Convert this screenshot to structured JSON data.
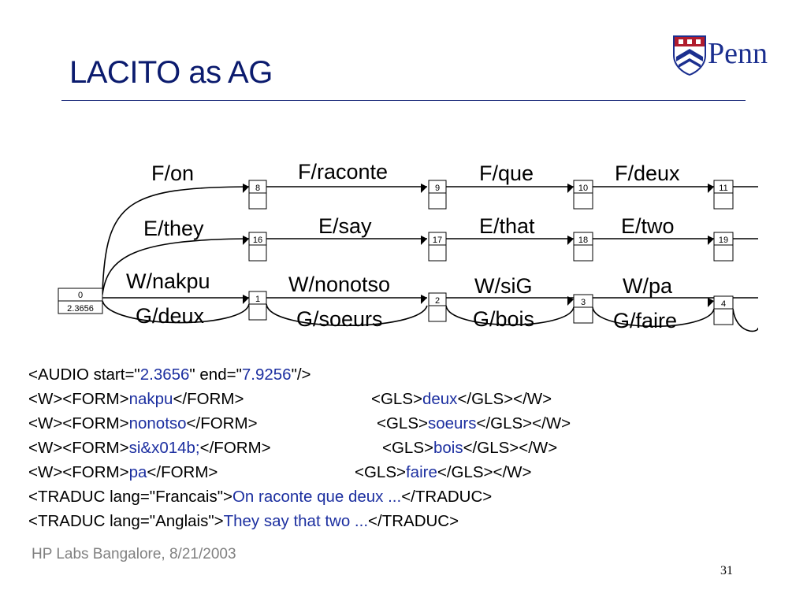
{
  "slide": {
    "title": "LACITO as AG",
    "footer": "HP Labs Bangalore, 8/21/2003",
    "page_number": "31",
    "logo_text": "Penn"
  },
  "graph": {
    "root": {
      "id": "0",
      "time": "2.3656"
    },
    "f_row": [
      {
        "node": "8",
        "label": "F/on"
      },
      {
        "node": "9",
        "label": "F/raconte"
      },
      {
        "node": "10",
        "label": "F/que"
      },
      {
        "node": "11",
        "label": "F/deux"
      }
    ],
    "e_row": [
      {
        "node": "16",
        "label": "E/they"
      },
      {
        "node": "17",
        "label": "E/say"
      },
      {
        "node": "18",
        "label": "E/that"
      },
      {
        "node": "19",
        "label": "E/two"
      }
    ],
    "w_row": [
      {
        "node": "1",
        "label": "W/nakpu",
        "gloss": "G/deux"
      },
      {
        "node": "2",
        "label": "W/nonotso",
        "gloss": "G/soeurs"
      },
      {
        "node": "3",
        "label": "W/siG",
        "gloss": "G/bois"
      },
      {
        "node": "4",
        "label": "W/pa",
        "gloss": "G/faire"
      }
    ]
  },
  "code": {
    "audio": {
      "pre": "<AUDIO start=\"",
      "start": "2.3656",
      "mid": "\" end=\"",
      "end": "7.9256",
      "post": "\"/>"
    },
    "words": [
      {
        "pre": "<W><FORM>",
        "form": "nakpu",
        "post": "</FORM>",
        "gpre": "<GLS>",
        "gloss": "deux",
        "gpost": "</GLS></W>"
      },
      {
        "pre": "<W><FORM>",
        "form": "nonotso",
        "post": "</FORM>",
        "gpre": "<GLS>",
        "gloss": "soeurs",
        "gpost": "</GLS></W>"
      },
      {
        "pre": "<W><FORM>",
        "form": "si&x014b;",
        "post": "</FORM>",
        "gpre": "<GLS>",
        "gloss": "bois",
        "gpost": "</GLS></W>"
      },
      {
        "pre": "<W><FORM>",
        "form": "pa",
        "post": "</FORM>",
        "gpre": "<GLS>",
        "gloss": "faire",
        "gpost": "</GLS></W>"
      }
    ],
    "traduc": [
      {
        "pre": "<TRADUC lang=\"Francais\">",
        "text": "On raconte que deux ...",
        "post": "</TRADUC>"
      },
      {
        "pre": "<TRADUC lang=\"Anglais\">",
        "text": "They say that two ...",
        "post": "</TRADUC>"
      }
    ]
  }
}
